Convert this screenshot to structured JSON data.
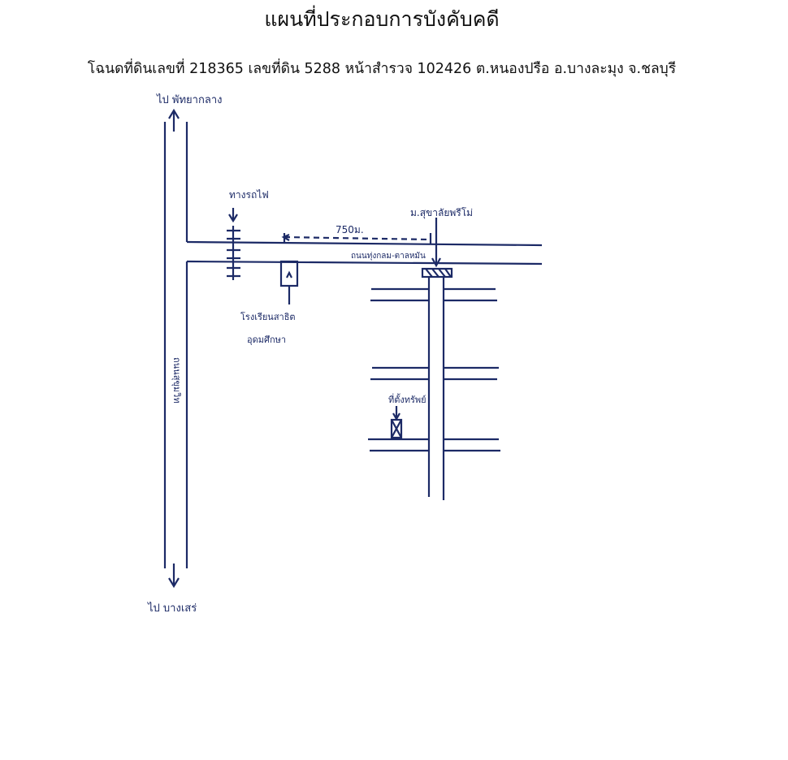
{
  "header": {
    "title": "แผนที่ประกอบการบังคับคดี",
    "subtitle": "โฉนดที่ดินเลขที่ 218365 เลขที่ดิน 5288 หน้าสำรวจ 102426 ต.หนองปรือ อ.บางละมุง จ.ชลบุรี"
  },
  "map": {
    "ink_color": "#1c2a66",
    "labels": {
      "north_destination": "ไป พัทยากลาง",
      "south_destination": "ไป บางเสร่",
      "railway": "ทางรถไฟ",
      "distance": "750ม.",
      "village": "ม.สุขาลัยพรีโม่",
      "side_road": "ถนนทุ่งกลม-ตาลหมัน",
      "school_line1": "โรงเรียนสาธิต",
      "school_line2": "อุดมศึกษา",
      "main_road": "ถนนสุขุมวิท",
      "property": "ที่ตั้งทรัพย์"
    }
  }
}
